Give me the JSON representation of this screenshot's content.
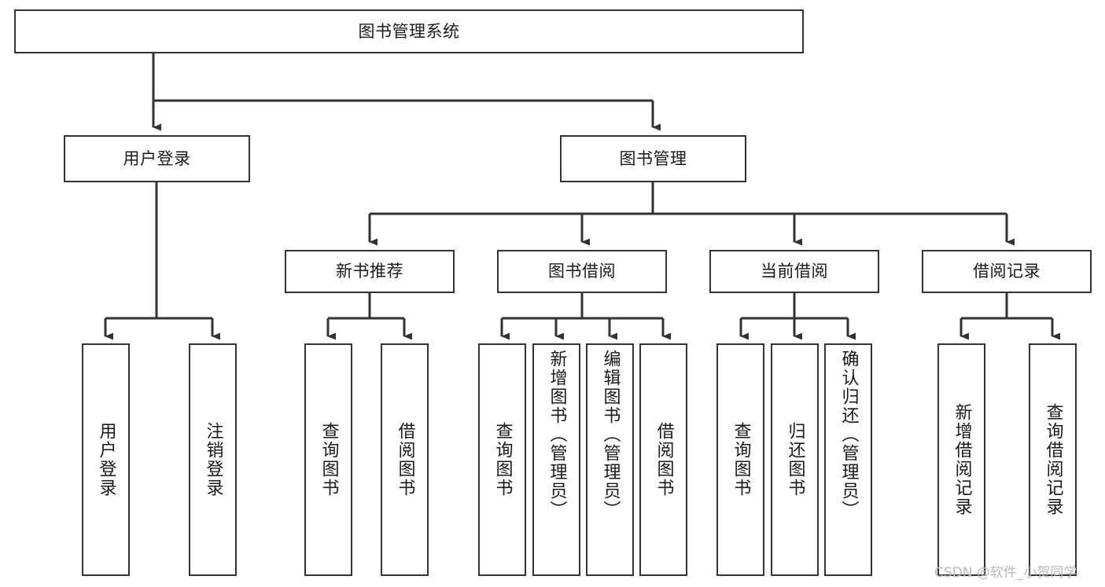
{
  "diagram": {
    "type": "tree-hierarchy",
    "title": "图书管理系统",
    "orientation": "top-down",
    "line_color": "#333333",
    "box_fill": "#ffffff",
    "text_color": "#1a1a1a"
  },
  "nodes": {
    "root": {
      "label": "图书管理系统",
      "level": 0
    },
    "level1": [
      {
        "id": "user-login",
        "label": "用户登录"
      },
      {
        "id": "book-manage",
        "label": "图书管理"
      }
    ],
    "level2": [
      {
        "id": "new-book-rec",
        "label": "新书推荐",
        "parent": "book-manage"
      },
      {
        "id": "book-borrow",
        "label": "图书借阅",
        "parent": "book-manage"
      },
      {
        "id": "current-borrow",
        "label": "当前借阅",
        "parent": "book-manage"
      },
      {
        "id": "borrow-record",
        "label": "借阅记录",
        "parent": "book-manage"
      }
    ],
    "leaves": {
      "user-login": [
        {
          "id": "leaf-user-login",
          "label": "用户登录"
        },
        {
          "id": "leaf-logout",
          "label": "注销登录"
        }
      ],
      "new-book-rec": [
        {
          "id": "leaf-query-book-1",
          "label": "查询图书"
        },
        {
          "id": "leaf-borrow-book-1",
          "label": "借阅图书"
        }
      ],
      "book-borrow": [
        {
          "id": "leaf-query-book-2",
          "label": "查询图书"
        },
        {
          "id": "leaf-add-book",
          "label": "新增图书（管理员）"
        },
        {
          "id": "leaf-edit-book",
          "label": "编辑图书（管理员）"
        },
        {
          "id": "leaf-borrow-book-2",
          "label": "借阅图书"
        }
      ],
      "current-borrow": [
        {
          "id": "leaf-query-book-3",
          "label": "查询图书"
        },
        {
          "id": "leaf-return-book",
          "label": "归还图书"
        },
        {
          "id": "leaf-confirm-return",
          "label": "确认归还（管理员）"
        }
      ],
      "borrow-record": [
        {
          "id": "leaf-add-record",
          "label": "新增借阅记录"
        },
        {
          "id": "leaf-query-record",
          "label": "查询借阅记录"
        }
      ]
    }
  },
  "watermark": {
    "text": "CSDN @软件_小贺同学"
  }
}
